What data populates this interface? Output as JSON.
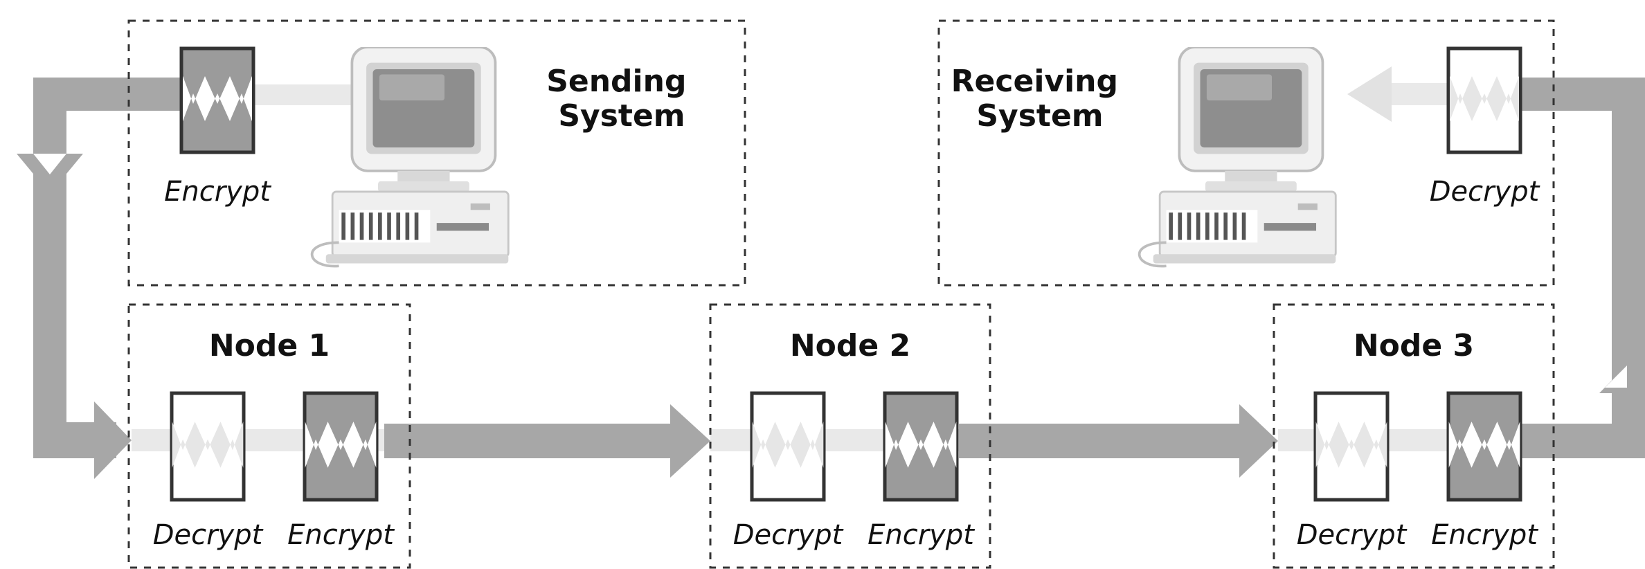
{
  "sending_system": {
    "title": "Sending\nSystem",
    "title_lines": [
      "Sending",
      "System"
    ],
    "encrypt_label": "Encrypt"
  },
  "receiving_system": {
    "title_lines": [
      "Receiving",
      "System"
    ],
    "decrypt_label": "Decrypt"
  },
  "nodes": [
    {
      "title": "Node 1",
      "decrypt_label": "Decrypt",
      "encrypt_label": "Encrypt"
    },
    {
      "title": "Node 2",
      "decrypt_label": "Decrypt",
      "encrypt_label": "Encrypt"
    },
    {
      "title": "Node 3",
      "decrypt_label": "Decrypt",
      "encrypt_label": "Encrypt"
    }
  ],
  "colors": {
    "encrypted": "#9b9b9b",
    "decrypted": "#ffffff",
    "flow": "#a7a7a7",
    "flow_light": "#e9e9e9"
  }
}
